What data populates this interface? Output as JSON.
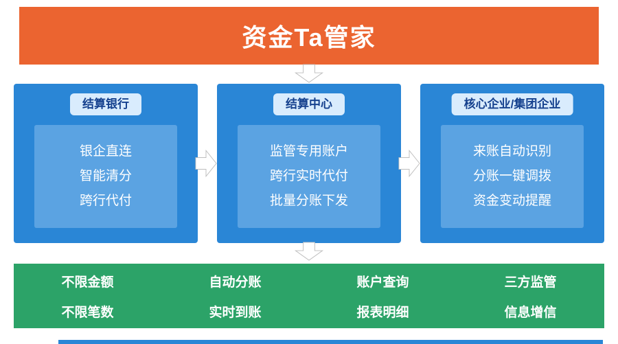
{
  "title": "资金Ta管家",
  "colors": {
    "banner_orange": "#eb6430",
    "card_blue": "#2a86d6",
    "card_inner_blue": "#5ba3e2",
    "pill_bg": "#d9ecfd",
    "pill_text": "#15418e",
    "footer_green": "#2ca368"
  },
  "cards": [
    {
      "title": "结算银行",
      "lines": [
        "银企直连",
        "智能清分",
        "跨行代付"
      ]
    },
    {
      "title": "结算中心",
      "lines": [
        "监管专用账户",
        "跨行实时代付",
        "批量分账下发"
      ]
    },
    {
      "title": "核心企业/集团企业",
      "lines": [
        "来账自动识别",
        "分账一键调拨",
        "资金变动提醒"
      ]
    }
  ],
  "features": {
    "rows": [
      [
        "不限金额",
        "自动分账",
        "账户查询",
        "三方监管"
      ],
      [
        "不限笔数",
        "实时到账",
        "报表明细",
        "信息增信"
      ]
    ]
  }
}
